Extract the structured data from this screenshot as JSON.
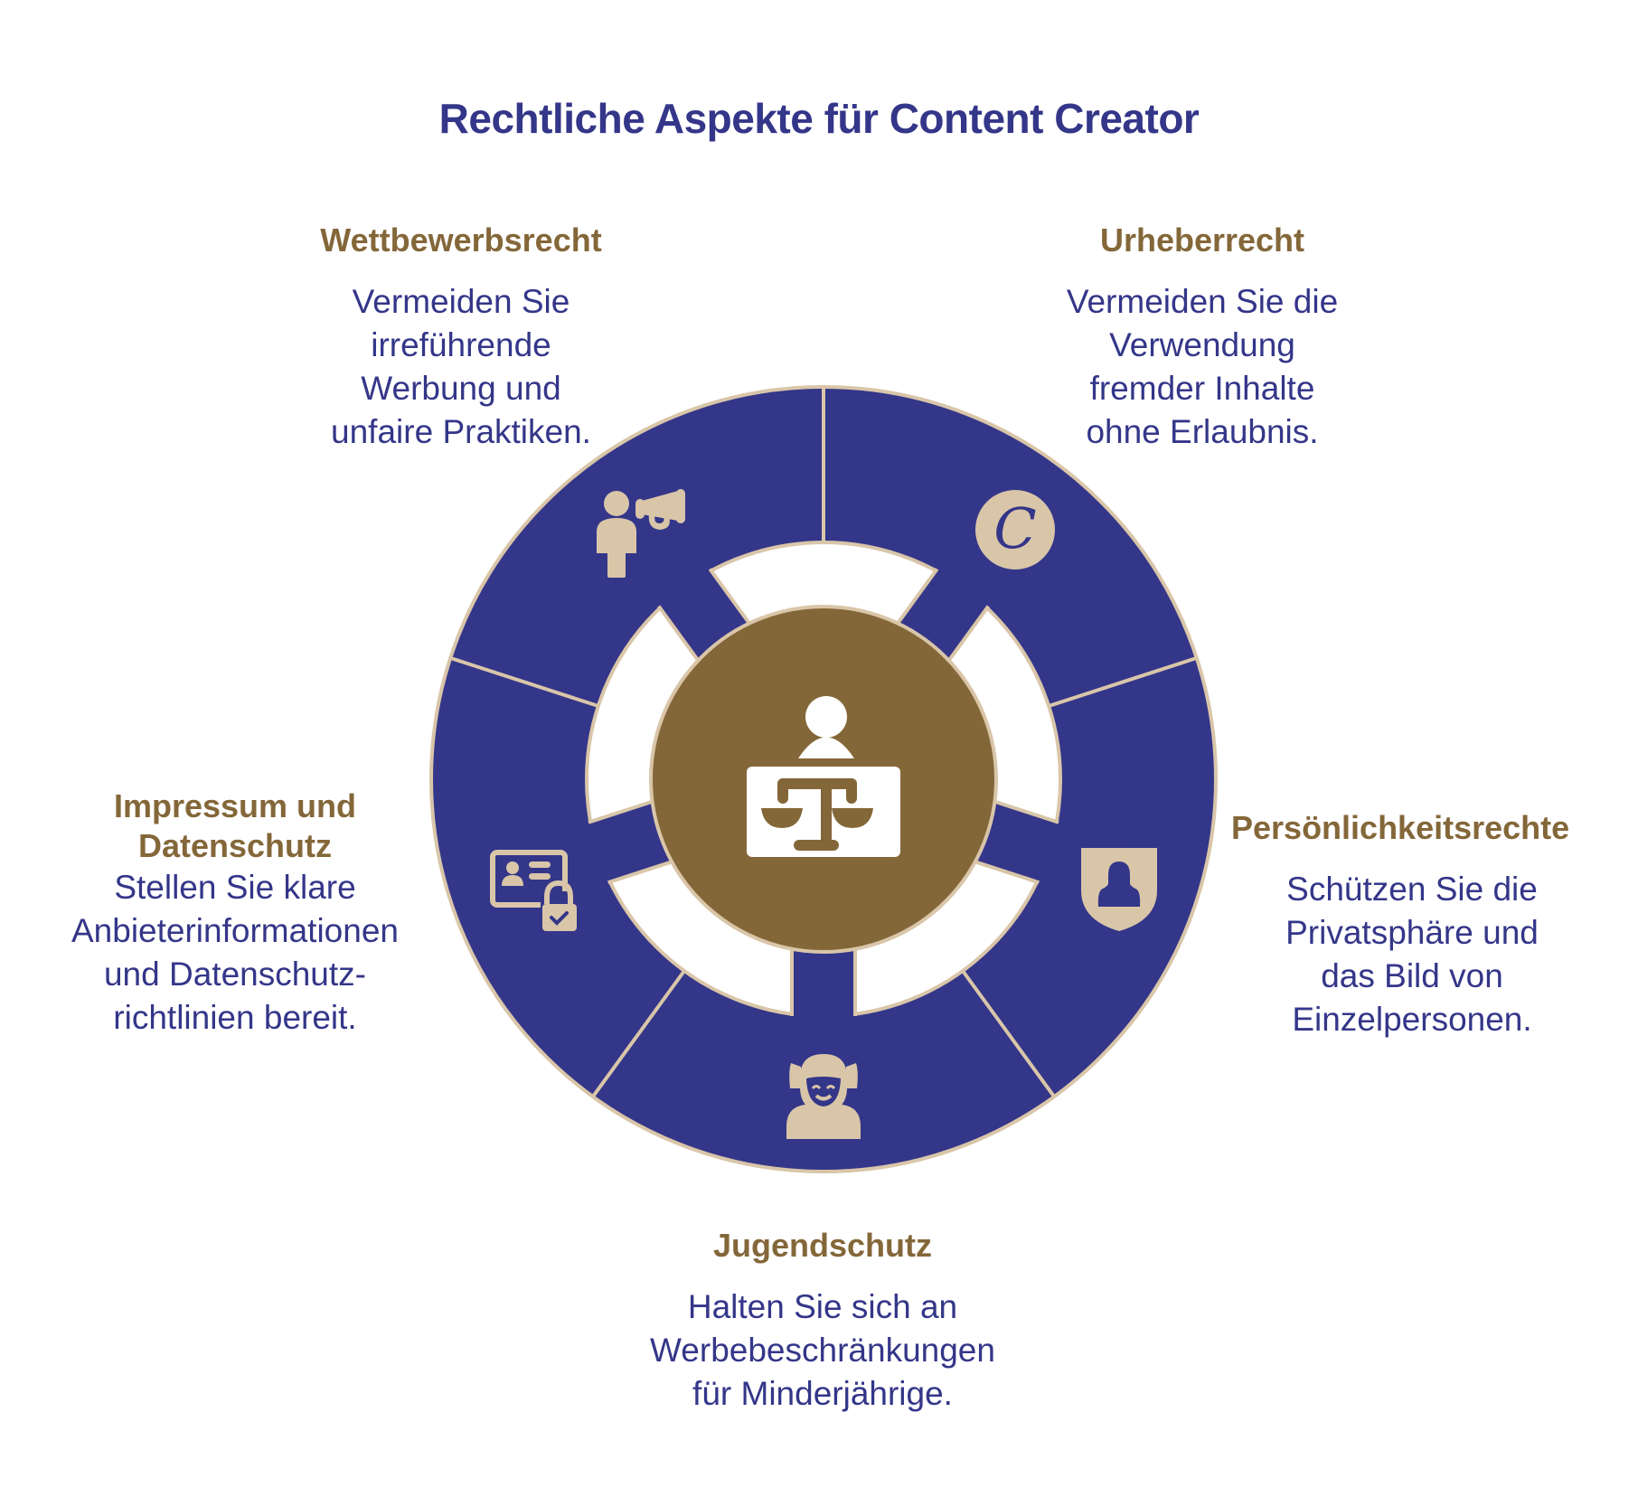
{
  "title": "Rechtliche Aspekte für Content Creator",
  "colors": {
    "navy": "#343689",
    "tan": "#D9C6A9",
    "brown": "#846739",
    "white": "#FFFFFF"
  },
  "center": {
    "icon": "judge-with-scales-icon"
  },
  "segments": [
    {
      "heading": "Wettbewerbsrecht",
      "heading_lines": [
        "Wettbewerbsrecht"
      ],
      "description_lines": [
        "Vermeiden Sie",
        "irreführende",
        "Werbung und",
        "unfaire Praktiken."
      ],
      "icon": "person-megaphone-icon"
    },
    {
      "heading": "Urheberrecht",
      "heading_lines": [
        "Urheberrecht"
      ],
      "description_lines": [
        "Vermeiden Sie die",
        "Verwendung",
        "fremder Inhalte",
        "ohne Erlaubnis."
      ],
      "icon": "copyright-icon"
    },
    {
      "heading": "Persönlichkeitsrechte",
      "heading_lines": [
        "Persönlichkeitsrechte"
      ],
      "description_lines": [
        "Schützen Sie die",
        "Privatsphäre und",
        "das Bild von",
        "Einzelpersonen."
      ],
      "icon": "shield-person-icon"
    },
    {
      "heading": "Jugendschutz",
      "heading_lines": [
        "Jugendschutz"
      ],
      "description_lines": [
        "Halten Sie sich an",
        "Werbebeschränkungen",
        "für Minderjährige."
      ],
      "icon": "child-icon"
    },
    {
      "heading": "Impressum und Datenschutz",
      "heading_lines": [
        "Impressum und",
        "Datenschutz"
      ],
      "description_lines": [
        "Stellen Sie klare",
        "Anbieterinformationen",
        "und Datenschutz-",
        "richtlinien bereit."
      ],
      "icon": "id-card-lock-icon"
    }
  ]
}
